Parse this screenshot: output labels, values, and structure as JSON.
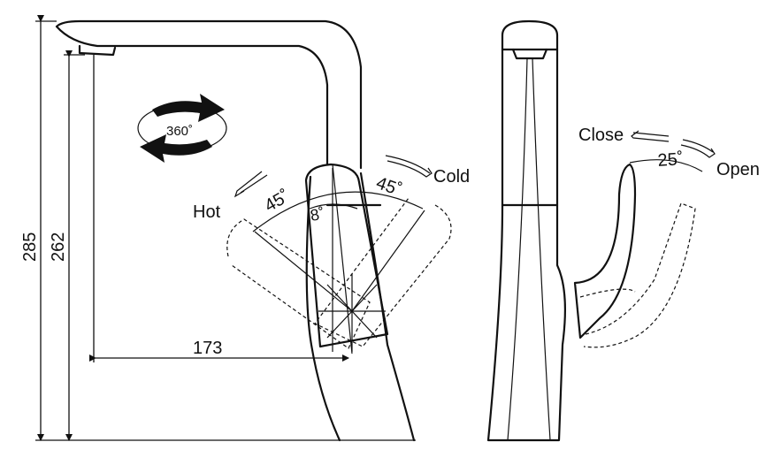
{
  "dimensions": {
    "total_height": "285",
    "spout_height": "262",
    "reach": "173"
  },
  "rotation": {
    "label": "360˚"
  },
  "front_view": {
    "hot_label": "Hot",
    "cold_label": "Cold",
    "hot_angle": "45˚",
    "cold_angle": "45˚",
    "handle_tilt": "8˚"
  },
  "side_view": {
    "close_label": "Close",
    "open_label": "Open",
    "lever_angle": "25˚"
  }
}
